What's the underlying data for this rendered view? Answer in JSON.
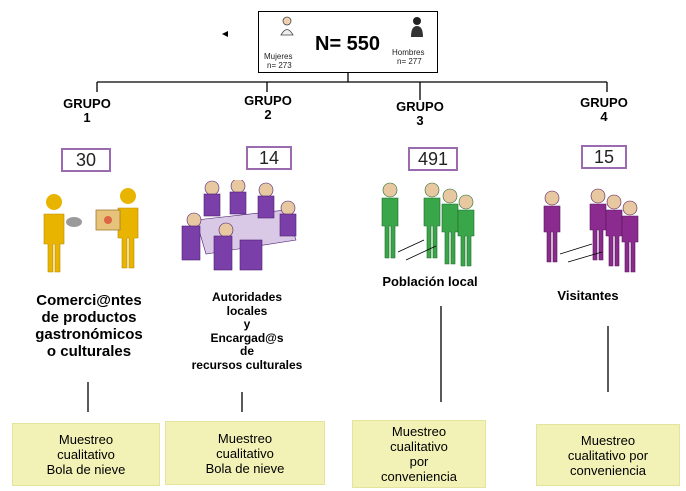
{
  "top": {
    "total": "N= 550",
    "women_label": "Mujeres",
    "women_count": "n= 273",
    "men_label": "Hombres",
    "men_count": "n= 277"
  },
  "groups": [
    {
      "label": [
        "GRUPO",
        "1"
      ],
      "count": "30",
      "title": [
        "Comerci@ntes",
        "de productos",
        "gastronómicos",
        "o culturales"
      ],
      "method": [
        "Muestreo",
        "cualitativo",
        "Bola de nieve"
      ],
      "figure_color": "#e8b400"
    },
    {
      "label": [
        "GRUPO",
        "2"
      ],
      "count": "14",
      "title": [
        "Autoridades",
        "locales",
        "y",
        "Encargad@s",
        "de",
        "recursos culturales"
      ],
      "method": [
        "Muestreo",
        "cualitativo",
        "Bola de nieve"
      ],
      "figure_color": "#7a3fa8"
    },
    {
      "label": [
        "GRUPO",
        "3"
      ],
      "count": "491",
      "title": [
        "Población local"
      ],
      "method": [
        "Muestreo",
        "cualitativo",
        "por",
        "conveniencia"
      ],
      "figure_color": "#3aa64a"
    },
    {
      "label": [
        "GRUPO",
        "4"
      ],
      "count": "15",
      "title": [
        "Visitantes"
      ],
      "method": [
        "Muestreo",
        "cualitativo por",
        "conveniencia"
      ],
      "figure_color": "#8b2a8f"
    }
  ]
}
